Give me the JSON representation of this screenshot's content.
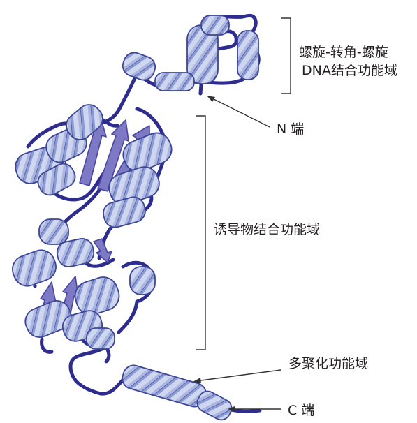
{
  "colors": {
    "backbone": "#2e2d8f",
    "helix_light": "#cfd6ef",
    "helix_mid": "#8d9bd4",
    "helix_dark": "#3c4596",
    "strand": "#7d79c4",
    "strand_edge": "#4b47a0",
    "label": "#231f20",
    "bracket": "#333333"
  },
  "labels": {
    "hth_domain_line1": "螺旋-转角-螺旋",
    "hth_domain_line2": "DNA结合功能域",
    "n_terminus": "N 端",
    "inducer_domain": "诱导物结合功能域",
    "multimer_domain": "多聚化功能域",
    "c_terminus": "C 端"
  }
}
